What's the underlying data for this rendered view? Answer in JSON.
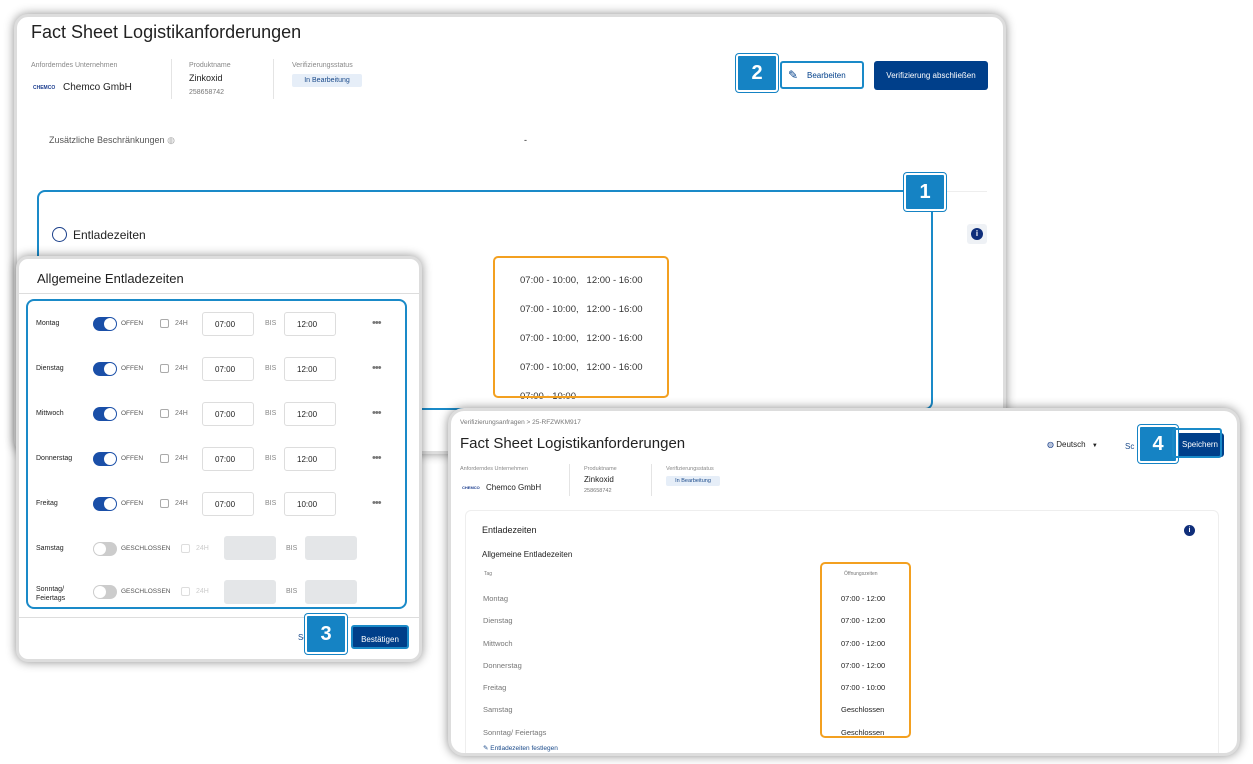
{
  "p1": {
    "title": "Fact Sheet Logistikanforderungen",
    "company_label": "Anforderndes Unternehmen",
    "company_logo": "CHEMCO",
    "company": "Chemco GmbH",
    "product_label": "Produktname",
    "product": "Zinkoxid",
    "product_id": "258658742",
    "status_label": "Verifizierungsstatus",
    "status": "In Bearbeitung",
    "edit_label": "Bearbeiten",
    "verify_label": "Verifizierung abschließen",
    "restrictions_label": "Zusätzliche Beschränkungen",
    "restrictions_value": "-",
    "section": "Entladezeiten",
    "times": [
      "07:00 - 10:00,   12:00 - 16:00",
      "07:00 - 10:00,   12:00 - 16:00",
      "07:00 - 10:00,   12:00 - 16:00",
      "07:00 - 10:00,   12:00 - 16:00",
      "07:00 - 10:00"
    ]
  },
  "callouts": [
    "1",
    "2",
    "3",
    "4"
  ],
  "dialog": {
    "title": "Allgemeine Entladezeiten",
    "h24": "24H",
    "bis": "BIS",
    "more": "•••",
    "rows": [
      {
        "day": "Montag",
        "state": "OFFEN",
        "from": "07:00",
        "to": "12:00"
      },
      {
        "day": "Dienstag",
        "state": "OFFEN",
        "from": "07:00",
        "to": "12:00"
      },
      {
        "day": "Mittwoch",
        "state": "OFFEN",
        "from": "07:00",
        "to": "12:00"
      },
      {
        "day": "Donnerstag",
        "state": "OFFEN",
        "from": "07:00",
        "to": "12:00"
      },
      {
        "day": "Freitag",
        "state": "OFFEN",
        "from": "07:00",
        "to": "10:00"
      },
      {
        "day": "Samstag",
        "state": "GESCHLOSSEN",
        "from": "",
        "to": ""
      },
      {
        "day": "Sonntag/ Feiertags",
        "state": "GESCHLOSSEN",
        "from": "",
        "to": ""
      }
    ],
    "cancel": "Sc",
    "confirm": "Bestätigen"
  },
  "p3": {
    "breadcrumb_1": "Verifizierungsanfragen",
    "breadcrumb_sep": ">",
    "breadcrumb_2": "25-RFZWKM917",
    "title": "Fact Sheet Logistikanforderungen",
    "lang": "Deutsch",
    "cancel": "Sc",
    "save": "Speichern",
    "company_label": "Anforderndes Unternehmen",
    "company_logo": "CHEMCO",
    "company": "Chemco GmbH",
    "product_label": "Produktname",
    "product": "Zinkoxid",
    "product_id": "258658742",
    "status_label": "Verifizierungsstatus",
    "status": "In Bearbeitung",
    "section": "Entladezeiten",
    "subsection": "Allgemeine Entladezeiten",
    "col_day": "Tag",
    "col_hours": "Öffnungszeiten",
    "rows": [
      {
        "day": "Montag",
        "hours": "07:00 - 12:00"
      },
      {
        "day": "Dienstag",
        "hours": "07:00 - 12:00"
      },
      {
        "day": "Mittwoch",
        "hours": "07:00 - 12:00"
      },
      {
        "day": "Donnerstag",
        "hours": "07:00 - 12:00"
      },
      {
        "day": "Freitag",
        "hours": "07:00 - 10:00"
      },
      {
        "day": "Samstag",
        "hours": "Geschlossen"
      },
      {
        "day": "Sonntag/ Feiertags",
        "hours": "Geschlossen"
      }
    ],
    "link": "Entladezeiten festlegen"
  }
}
